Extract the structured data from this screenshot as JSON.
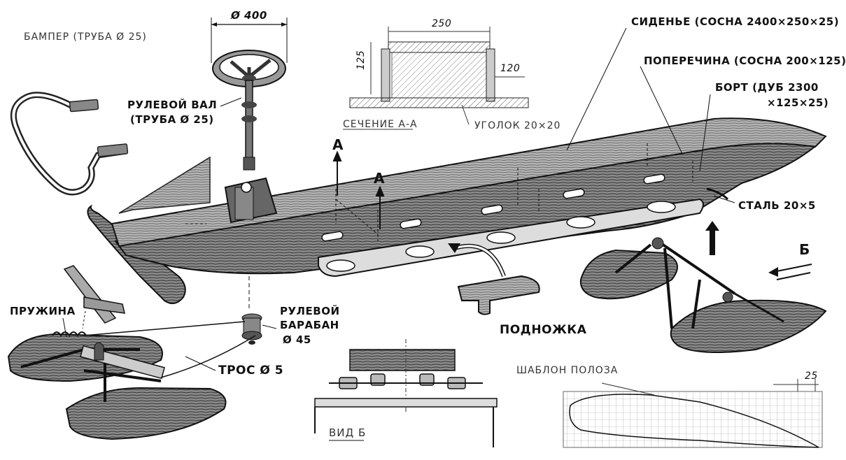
{
  "labels": {
    "bumper": "БАМПЕР (ТРУБА Ø 25)",
    "wheel_diameter": "Ø 400",
    "steering_shaft_line1": "РУЛЕВОЙ ВАЛ",
    "steering_shaft_line2": "(ТРУБА Ø 25)",
    "section_width": "250",
    "section_height": "125",
    "section_crossbar": "120",
    "section_title": "СЕЧЕНИЕ А-А",
    "angle_iron": "УГОЛОК 20×20",
    "seat": "СИДЕНЬЕ (СОСНА 2400×250×25)",
    "crossbar": "ПОПЕРЕЧИНА (СОСНА 200×125)",
    "side_line1": "БОРТ (ДУБ 2300",
    "side_line2": "×125×25)",
    "steel": "СТАЛЬ 20×5",
    "arrow_a1": "А",
    "arrow_a2": "А",
    "arrow_b": "Б",
    "spring": "ПРУЖИНА",
    "drum_line1": "РУЛЕВОЙ",
    "drum_line2": "БАРАБАН",
    "drum_line3": "Ø 45",
    "cable": "ТРОС Ø 5",
    "footrest": "ПОДНОЖКА",
    "view_b": "ВИД Б",
    "runner_template": "ШАБЛОН ПОЛОЗА",
    "runner_dim": "25"
  }
}
